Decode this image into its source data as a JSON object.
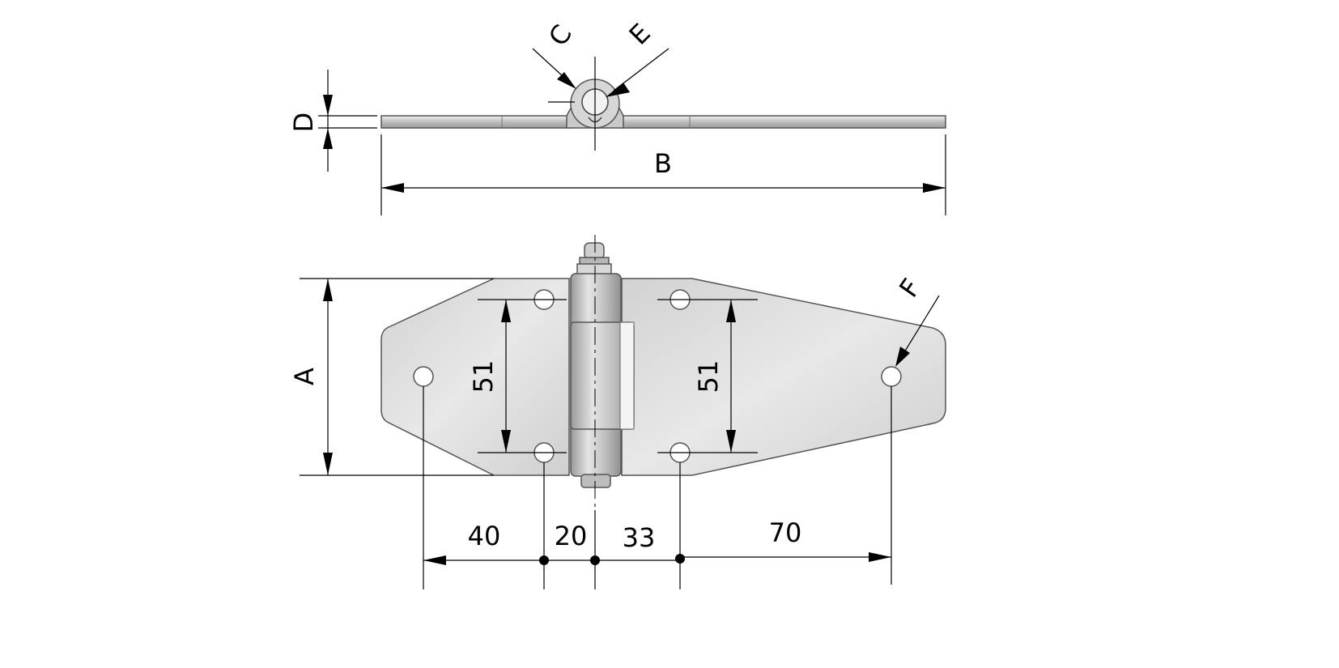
{
  "labels": {
    "D": "D",
    "C": "C",
    "E": "E",
    "B": "B",
    "A": "A",
    "F": "F",
    "dim_51_left": "51",
    "dim_51_right": "51",
    "dim_40": "40",
    "dim_20": "20",
    "dim_33": "33",
    "dim_70": "70"
  },
  "colors": {
    "line": "#000000",
    "metal_light": "#e6e6e6",
    "metal_mid": "#c8c8c8",
    "metal_dark": "#8c8c8c",
    "outline": "#555555"
  }
}
